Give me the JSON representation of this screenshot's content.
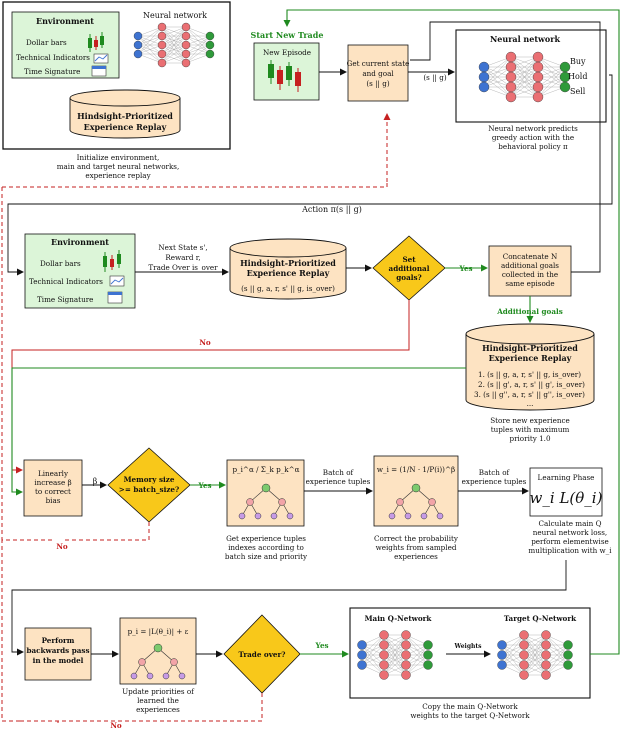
{
  "env_top": {
    "title": "Environment",
    "items": [
      "Dollar bars",
      "Technical Indicators",
      "Time Signature"
    ],
    "nn_label": "Neural network",
    "replay_title": "Hindsight-Prioritized",
    "replay_title2": "Experience Replay",
    "caption": [
      "Initialize environment,",
      "main and target neural networks,",
      "experience replay"
    ]
  },
  "start": {
    "label": "Start New Trade",
    "episode": "New Episode"
  },
  "get_state": {
    "lines": [
      "Get current state",
      "and goal",
      "(s || g)"
    ],
    "arrow_label": "(s || g)"
  },
  "nn_right": {
    "title": "Neural network",
    "actions": [
      "Buy",
      "Hold",
      "Sell"
    ],
    "caption": [
      "Neural network predicts",
      "greedy action with the",
      "behavioral policy π"
    ]
  },
  "action_label": "Action π(s || g)",
  "env_mid": {
    "title": "Environment",
    "items": [
      "Dollar bars",
      "Technical Indicators",
      "Time Signature"
    ],
    "out_label": [
      "Next State s',",
      "Reward r,",
      "Trade Over is_over"
    ]
  },
  "replay_mid": {
    "title": "Hindsight-Prioritized",
    "title2": "Experience Replay",
    "tuple": "(s || g, a, r, s' || g, is_over)"
  },
  "set_goals": {
    "lines": [
      "Set",
      "additional",
      "goals?"
    ],
    "yes": "Yes",
    "no": "No"
  },
  "concat": {
    "lines": [
      "Concatenate N",
      "additional goals",
      "collected in the",
      "same episode"
    ],
    "arrow_label": "Additional goals"
  },
  "replay_right": {
    "title": "Hindsight-Prioritized",
    "title2": "Experience Replay",
    "rows": [
      "1. (s || g, a, r, s' || g, is_over)",
      "2. (s || g', a, r, s' || g', is_over)",
      "3. (s || g'', a, r, s' || g'', is_over)",
      "..."
    ],
    "caption": [
      "Store new experience",
      "tuples with maximum",
      "priority 1.0"
    ]
  },
  "beta": {
    "lines": [
      "Linearly",
      "increase β",
      "to correct",
      "bias"
    ],
    "arrow_label": "β",
    "no": "No"
  },
  "memory": {
    "lines": [
      "Memory size",
      ">= batch_size?"
    ],
    "yes": "Yes"
  },
  "sample": {
    "formula": "p_i^α / Σ_k p_k^α",
    "caption": [
      "Get experience tuples",
      "indexes according to",
      "batch size and priority"
    ],
    "arrow_label": [
      "Batch of",
      "experience tuples"
    ]
  },
  "weights": {
    "formula": "w_i = (1/N · 1/P(i))^β",
    "caption": [
      "Correct the probability",
      "weights from sampled",
      "experiences"
    ],
    "arrow_label": [
      "Batch of",
      "experience tuples"
    ]
  },
  "learning": {
    "title": "Learning Phase",
    "formula": "w_i L(θ_i)",
    "caption": [
      "Calculate main Q",
      "neural network loss,",
      "perform elementwise",
      "multiplication with w_i"
    ]
  },
  "backward": {
    "lines": [
      "Perform",
      "backwards pass",
      "in the model"
    ]
  },
  "update": {
    "formula": "p_i = |L(θ_i)| + ε",
    "caption": [
      "Update priorities of",
      "learned the",
      "experiences"
    ]
  },
  "trade_over": {
    "label": "Trade over?",
    "yes": "Yes",
    "no": "No"
  },
  "qnet": {
    "main": "Main Q-Network",
    "target": "Target Q-Network",
    "weights": "Weights",
    "caption": [
      "Copy the main Q-Network",
      "weights to the target Q-Network"
    ]
  },
  "colors": {
    "green": "#1f8a1f",
    "red": "#c62020",
    "orange_fill": "#fde3c2",
    "green_fill": "#dcf5d8",
    "yellow": "#f8c81a",
    "node_blue": "#3e73d1",
    "node_red": "#ea6f73",
    "node_green": "#2f9a3a"
  }
}
